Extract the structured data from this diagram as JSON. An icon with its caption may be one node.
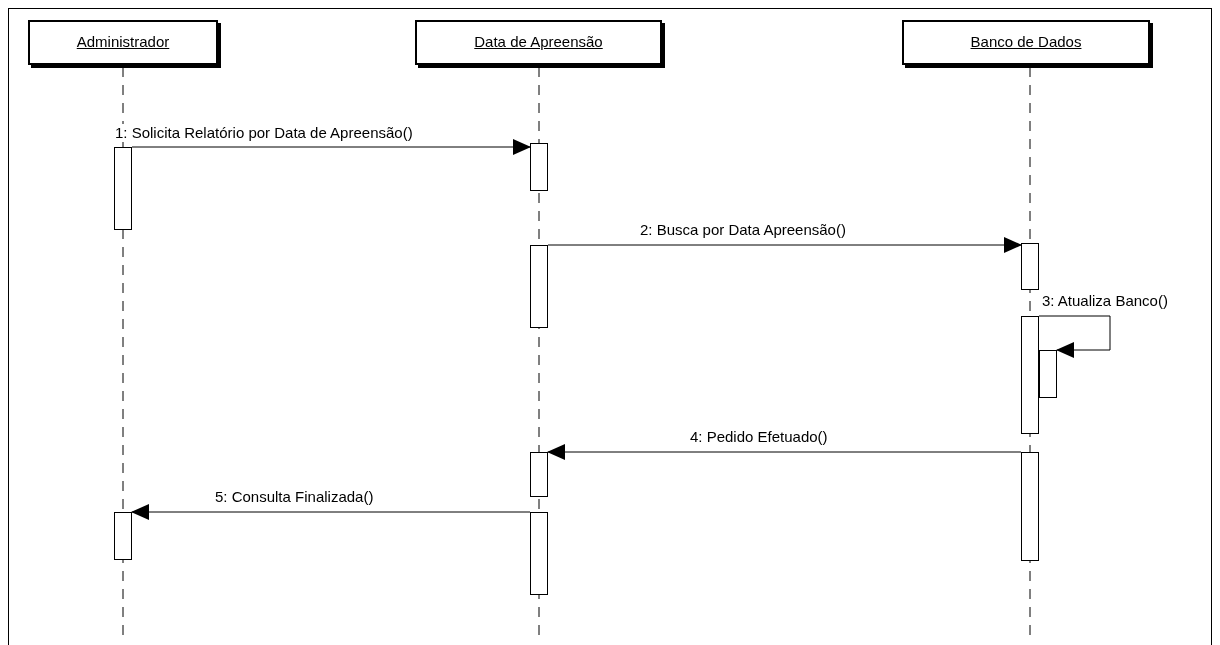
{
  "diagram": {
    "nodes": [
      {
        "text": [
          "Administrador"
        ]
      },
      {
        "text": [
          "Data de Apreensão"
        ]
      },
      {
        "text": [
          "Banco de Dados"
        ]
      },
      {
        "text": [],
        "shape": "bar"
      },
      {
        "text": [],
        "shape": "bar"
      },
      {
        "text": [],
        "shape": "bar"
      },
      {
        "text": [],
        "shape": "bar"
      },
      {
        "text": [],
        "shape": "bar"
      },
      {
        "text": [],
        "shape": "bar"
      },
      {
        "text": [],
        "shape": "bar"
      },
      {
        "text": [],
        "shape": "bar"
      },
      {
        "text": [],
        "shape": "bar"
      },
      {
        "text": [],
        "shape": "bar"
      }
    ],
    "edges": [
      {
        "from": 3,
        "to": 5,
        "arrow": "to",
        "label": "1: Solicita Relatório por Data de Apreensão()"
      },
      {
        "from": 6,
        "to": 9,
        "arrow": "to",
        "label": "2: Busca por Data Apreensão()"
      },
      {
        "from": 10,
        "to": 11,
        "arrow": "to",
        "label": "3: Atualiza Banco()"
      },
      {
        "from": 12,
        "to": 7,
        "arrow": "to",
        "label": "4: Pedido Efetuado()"
      },
      {
        "from": 8,
        "to": 4,
        "arrow": "to",
        "label": "5: Consulta Finalizada()"
      }
    ]
  }
}
